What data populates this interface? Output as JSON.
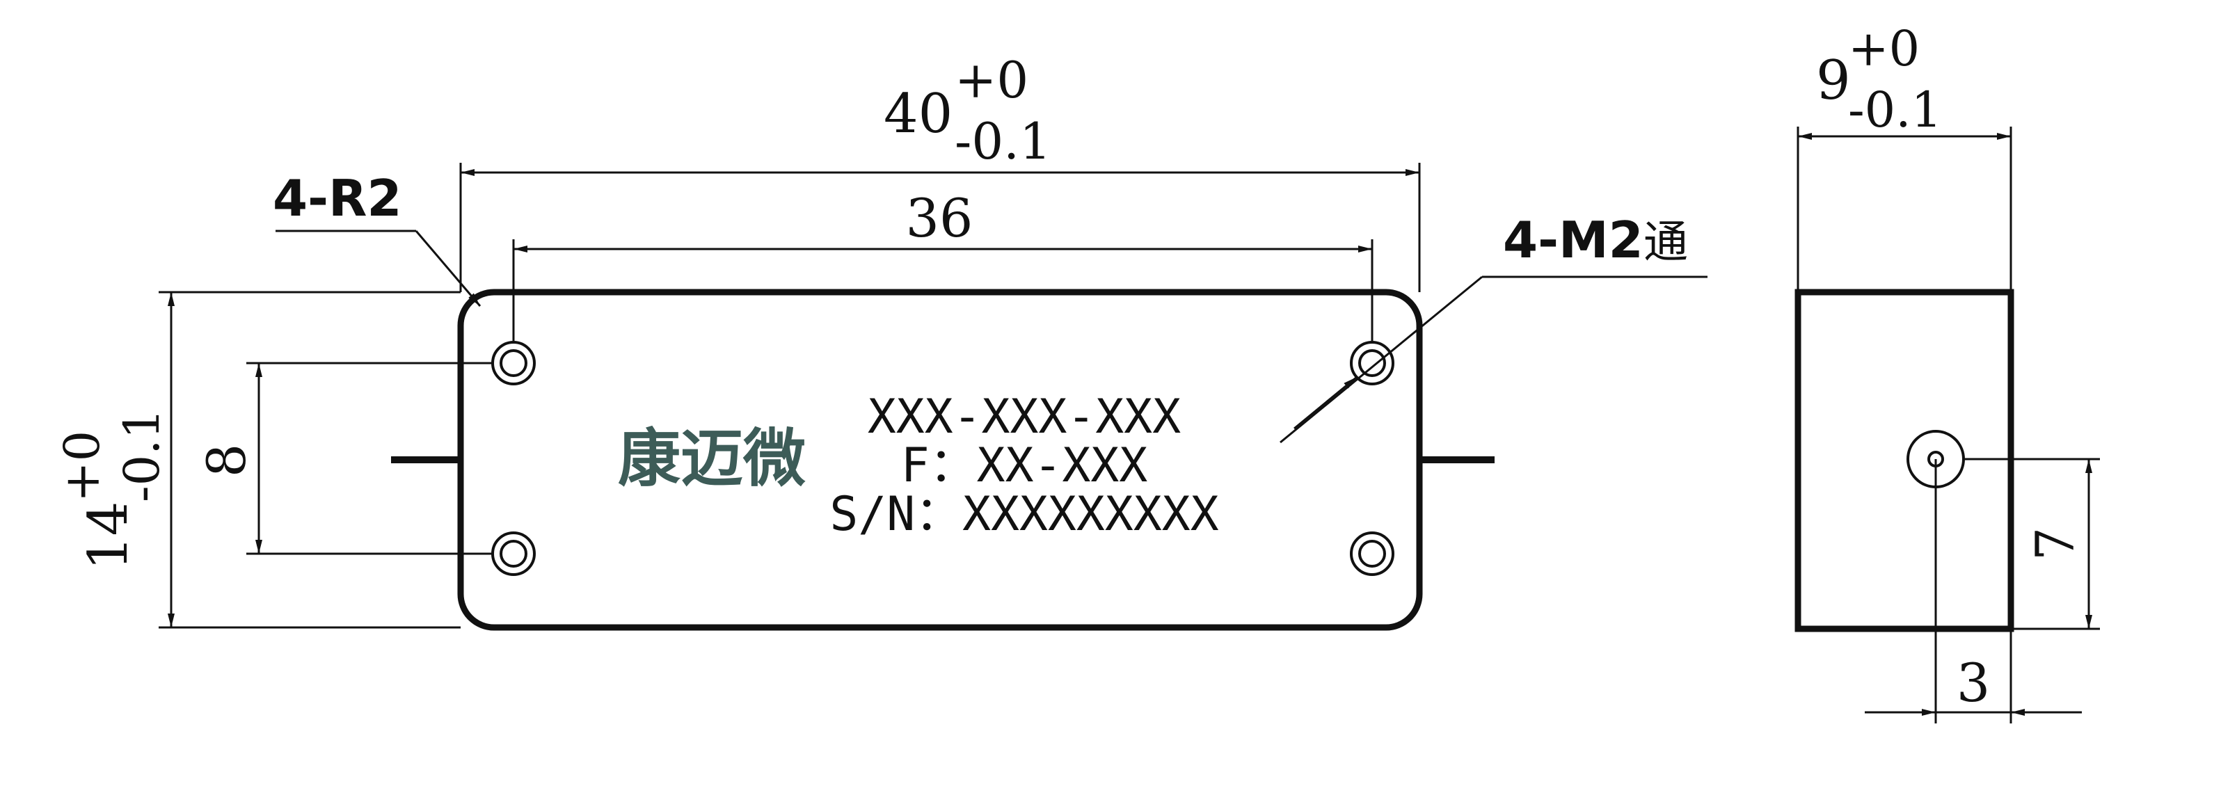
{
  "front_view": {
    "width_dim": {
      "nominal": "40",
      "upper": "+0",
      "lower": "-0.1"
    },
    "hole_spacing_x": "36",
    "height_dim": {
      "nominal": "14",
      "upper": "+0",
      "lower": "-0.1"
    },
    "hole_spacing_y": "8",
    "corner_radius_label": "4-R2",
    "thread_label": "4-M2",
    "thread_suffix": "通",
    "logo_text": "康迈微",
    "label_lines": [
      "XXX-XXX-XXX",
      "F：XX-XXX",
      "S/N：XXXXXXXXX"
    ]
  },
  "side_view": {
    "thickness_dim": {
      "nominal": "9",
      "upper": "+0",
      "lower": "-0.1"
    },
    "connector_height": "7",
    "connector_offset": "3"
  },
  "colors": {
    "line": "#111111",
    "logo": "#3d5c58"
  }
}
